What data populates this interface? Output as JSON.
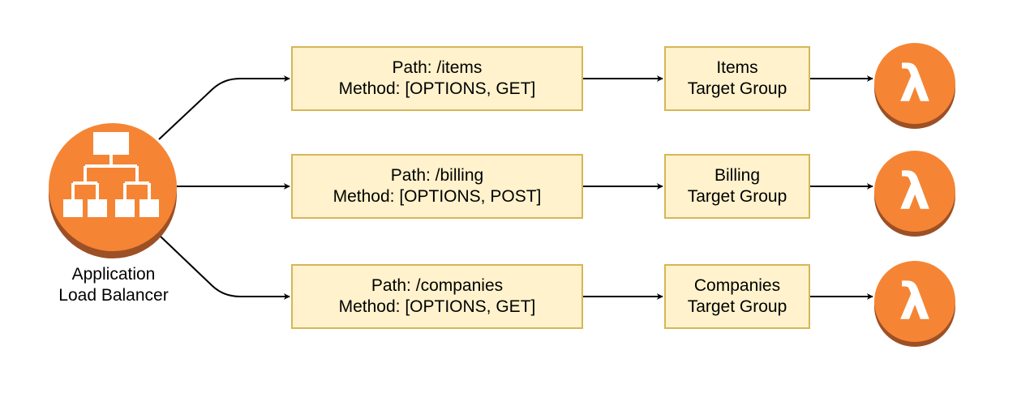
{
  "load_balancer": {
    "icon": "load-balancer-icon",
    "caption_line1": "Application",
    "caption_line2": "Load Balancer"
  },
  "routes": [
    {
      "path_label": "Path: /items",
      "method_label": "Method: [OPTIONS, GET]",
      "target_line1": "Items",
      "target_line2": "Target Group",
      "lambda_icon": "lambda-icon"
    },
    {
      "path_label": "Path: /billing",
      "method_label": "Method: [OPTIONS, POST]",
      "target_line1": "Billing",
      "target_line2": "Target Group",
      "lambda_icon": "lambda-icon"
    },
    {
      "path_label": "Path: /companies",
      "method_label": "Method: [OPTIONS, GET]",
      "target_line1": "Companies",
      "target_line2": "Target Group",
      "lambda_icon": "lambda-icon"
    }
  ],
  "colors": {
    "aws_orange": "#f58534",
    "aws_orange_dark": "#9d5025",
    "box_fill": "#fff2cc",
    "box_border": "#d6b656"
  }
}
